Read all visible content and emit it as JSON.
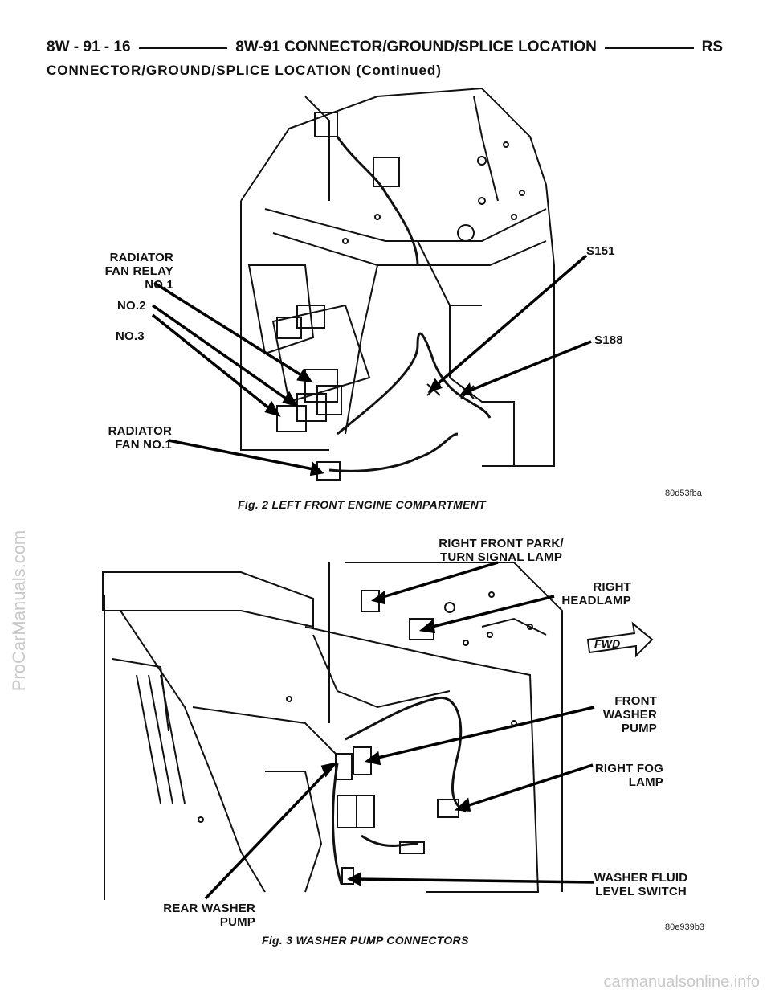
{
  "header": {
    "page_ref": "8W - 91 - 16",
    "section_title": "8W-91 CONNECTOR/GROUND/SPLICE LOCATION",
    "model": "RS"
  },
  "subheader": "CONNECTOR/GROUND/SPLICE LOCATION (Continued)",
  "figure2": {
    "caption": "Fig. 2 LEFT FRONT ENGINE COMPARTMENT",
    "code": "80d53fba",
    "labels": {
      "fan_relay_1": "RADIATOR\nFAN RELAY\nNO.1",
      "no2": "NO.2",
      "no3": "NO.3",
      "fan1": "RADIATOR\nFAN NO.1",
      "s151": "S151",
      "s188": "S188"
    }
  },
  "figure3": {
    "caption": "Fig. 3 WASHER PUMP CONNECTORS",
    "code": "80e939b3",
    "labels": {
      "park_lamp": "RIGHT FRONT PARK/\nTURN SIGNAL LAMP",
      "headlamp": "RIGHT\nHEADLAMP",
      "fwd": "FWD",
      "front_washer": "FRONT\nWASHER\nPUMP",
      "fog_lamp": "RIGHT FOG\nLAMP",
      "washer_fluid": "WASHER FLUID\nLEVEL SWITCH",
      "rear_washer": "REAR WASHER\nPUMP"
    }
  },
  "watermarks": {
    "side": "ProCarManuals.com",
    "footer": "carmanualsonline.info"
  }
}
